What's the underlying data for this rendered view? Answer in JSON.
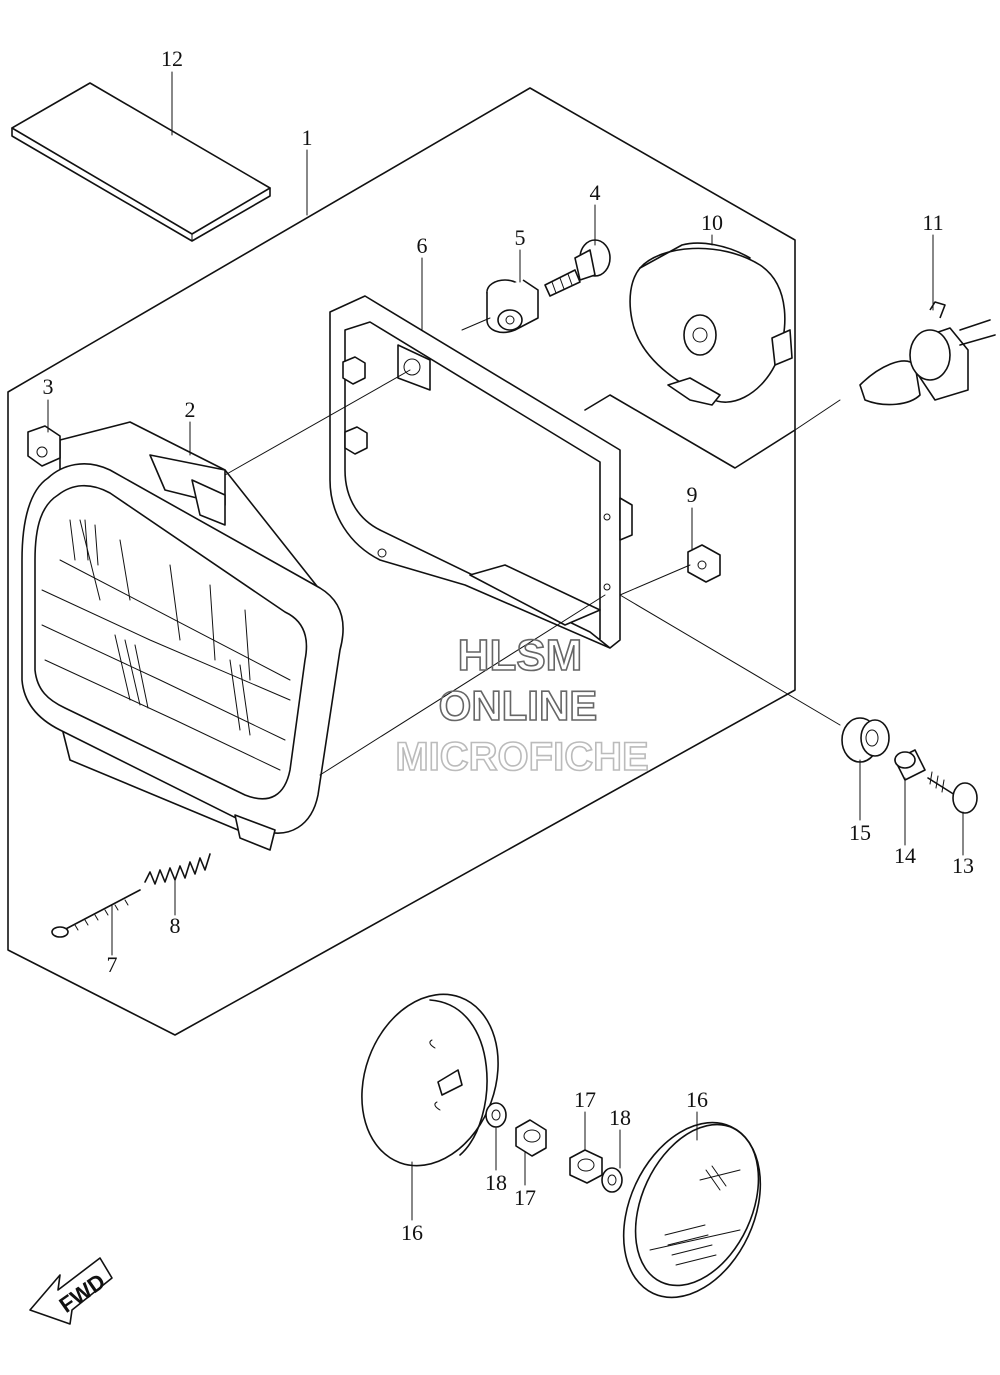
{
  "callouts": {
    "c1": "1",
    "c2": "2",
    "c3": "3",
    "c4": "4",
    "c5": "5",
    "c6": "6",
    "c7": "7",
    "c8": "8",
    "c9": "9",
    "c10": "10",
    "c11": "11",
    "c12": "12",
    "c13": "13",
    "c14": "14",
    "c15": "15",
    "c16a": "16",
    "c16b": "16",
    "c17a": "17",
    "c17b": "17",
    "c18a": "18",
    "c18b": "18"
  },
  "watermark": {
    "line1": "HLSM",
    "line2": "ONLINE",
    "line3": "MICROFICHE"
  },
  "direction_arrow": {
    "label": "FWD"
  },
  "colors": {
    "line": "#111111",
    "watermark_dark": "#666666",
    "watermark_light": "#bbbbbb"
  }
}
